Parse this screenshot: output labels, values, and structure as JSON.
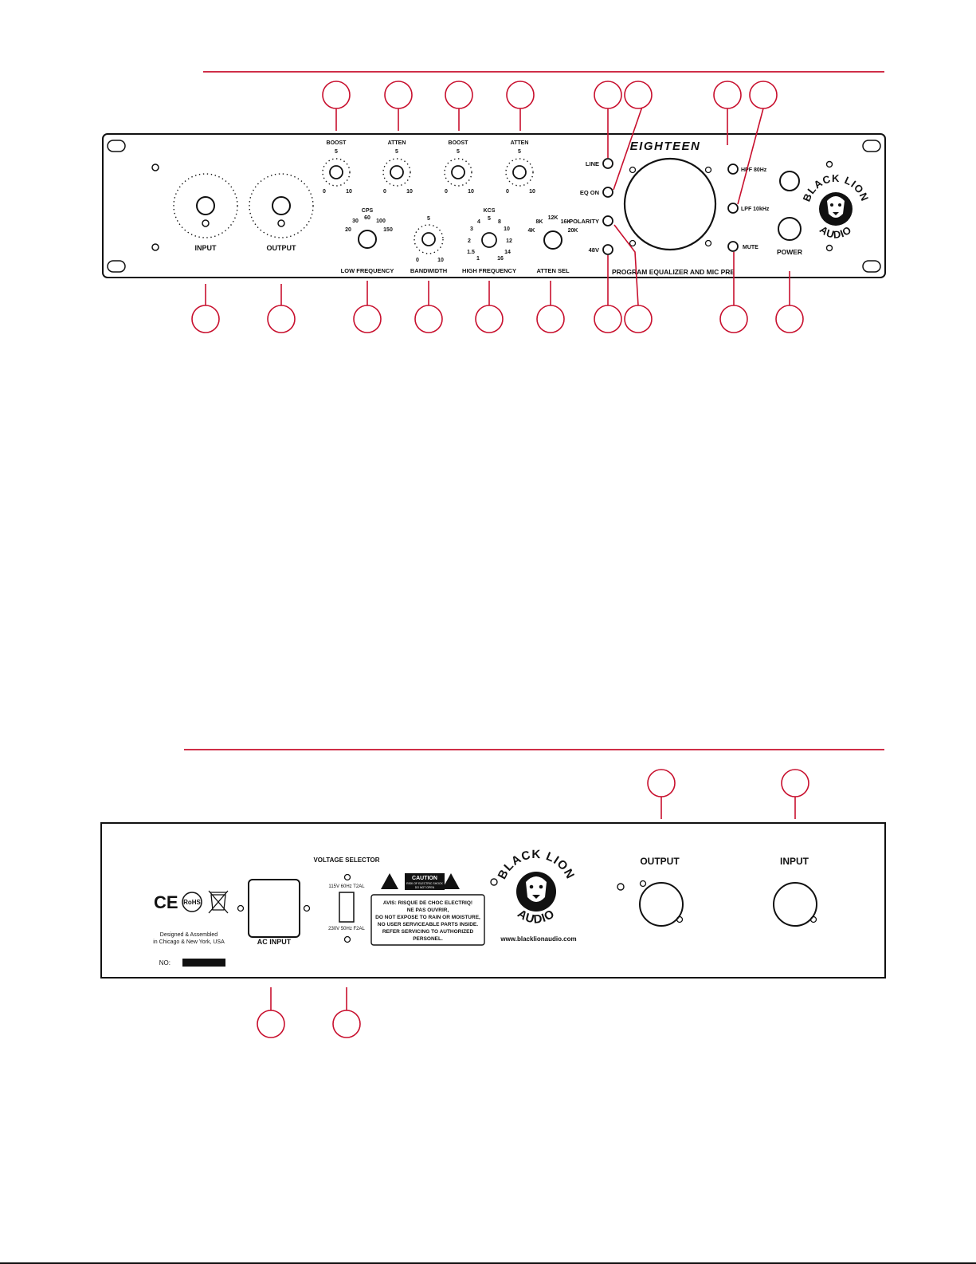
{
  "colors": {
    "accent": "#c8102e",
    "ink": "#111111",
    "background": "#ffffff"
  },
  "front": {
    "brand_title": "EIGHTEEN",
    "subtitle": "PROGRAM EQUALIZER AND MIC PRE",
    "logo": {
      "line1": "BLACK LION",
      "line2": "AUDIO"
    },
    "knobs": {
      "input": "INPUT",
      "output": "OUTPUT",
      "boost_low": {
        "label": "BOOST",
        "center": "5",
        "min": "0",
        "max": "10"
      },
      "atten_low": {
        "label": "ATTEN",
        "center": "5",
        "min": "0",
        "max": "10"
      },
      "boost_high": {
        "label": "BOOST",
        "center": "5",
        "min": "0",
        "max": "10"
      },
      "atten_high": {
        "label": "ATTEN",
        "center": "5",
        "min": "0",
        "max": "10"
      },
      "low_frequency": {
        "label": "LOW FREQUENCY",
        "title": "CPS",
        "t1": "20",
        "t2": "30",
        "t3": "60",
        "t4": "100",
        "t5": "150"
      },
      "bandwidth": {
        "label": "BANDWIDTH",
        "center": "5",
        "min": "0",
        "max": "10"
      },
      "high_frequency": {
        "label": "HIGH FREQUENCY",
        "title": "KCS",
        "t1": "1",
        "t2": "1.5",
        "t3": "2",
        "t4": "3",
        "t5": "4",
        "t6": "5",
        "t7": "8",
        "t8": "10",
        "t9": "12",
        "t10": "14",
        "t11": "16"
      },
      "atten_sel": {
        "label": "ATTEN SEL",
        "t1": "4K",
        "t2": "8K",
        "t3": "12K",
        "t4": "16K",
        "t5": "20K"
      }
    },
    "switches": {
      "line": "LINE",
      "eq_on": "EQ ON",
      "polarity": "POLARITY",
      "v48": "48V",
      "hpf": "HPF 80Hz",
      "lpf": "LPF 10kHz",
      "mute": "MUTE",
      "power": "POWER"
    }
  },
  "rear": {
    "voltage_selector": "VOLTAGE SELECTOR",
    "v115": "115V 60Hz T2AL",
    "v230": "230V 50Hz F2AL",
    "ac_input": "AC INPUT",
    "caution": "CAUTION",
    "caution_sub1": "RISK OF ELECTRIC SHOCK",
    "caution_sub2": "DO NOT OPEN",
    "warning_l1": "AVIS: RISQUE DE CHOC ELECTRIQ!",
    "warning_l2": "NE PAS OUVRIR,",
    "warning_l3": "DO NOT EXPOSE TO RAIN OR MOISTURE,",
    "warning_l4": "NO USER SERVICEABLE PARTS INSIDE.",
    "warning_l5": "REFER SERVICING TO AUTHORIZED",
    "warning_l6": "PERSONEL.",
    "ce": "CE",
    "rohs": "RoHS",
    "designed_l1": "Designed & Assembled",
    "designed_l2": "in Chicago & New York, USA",
    "serial_label": "NO:",
    "website": "www.blacklionaudio.com",
    "output": "OUTPUT",
    "input": "INPUT",
    "logo": {
      "line1": "BLACK LION",
      "line2": "AUDIO"
    }
  }
}
